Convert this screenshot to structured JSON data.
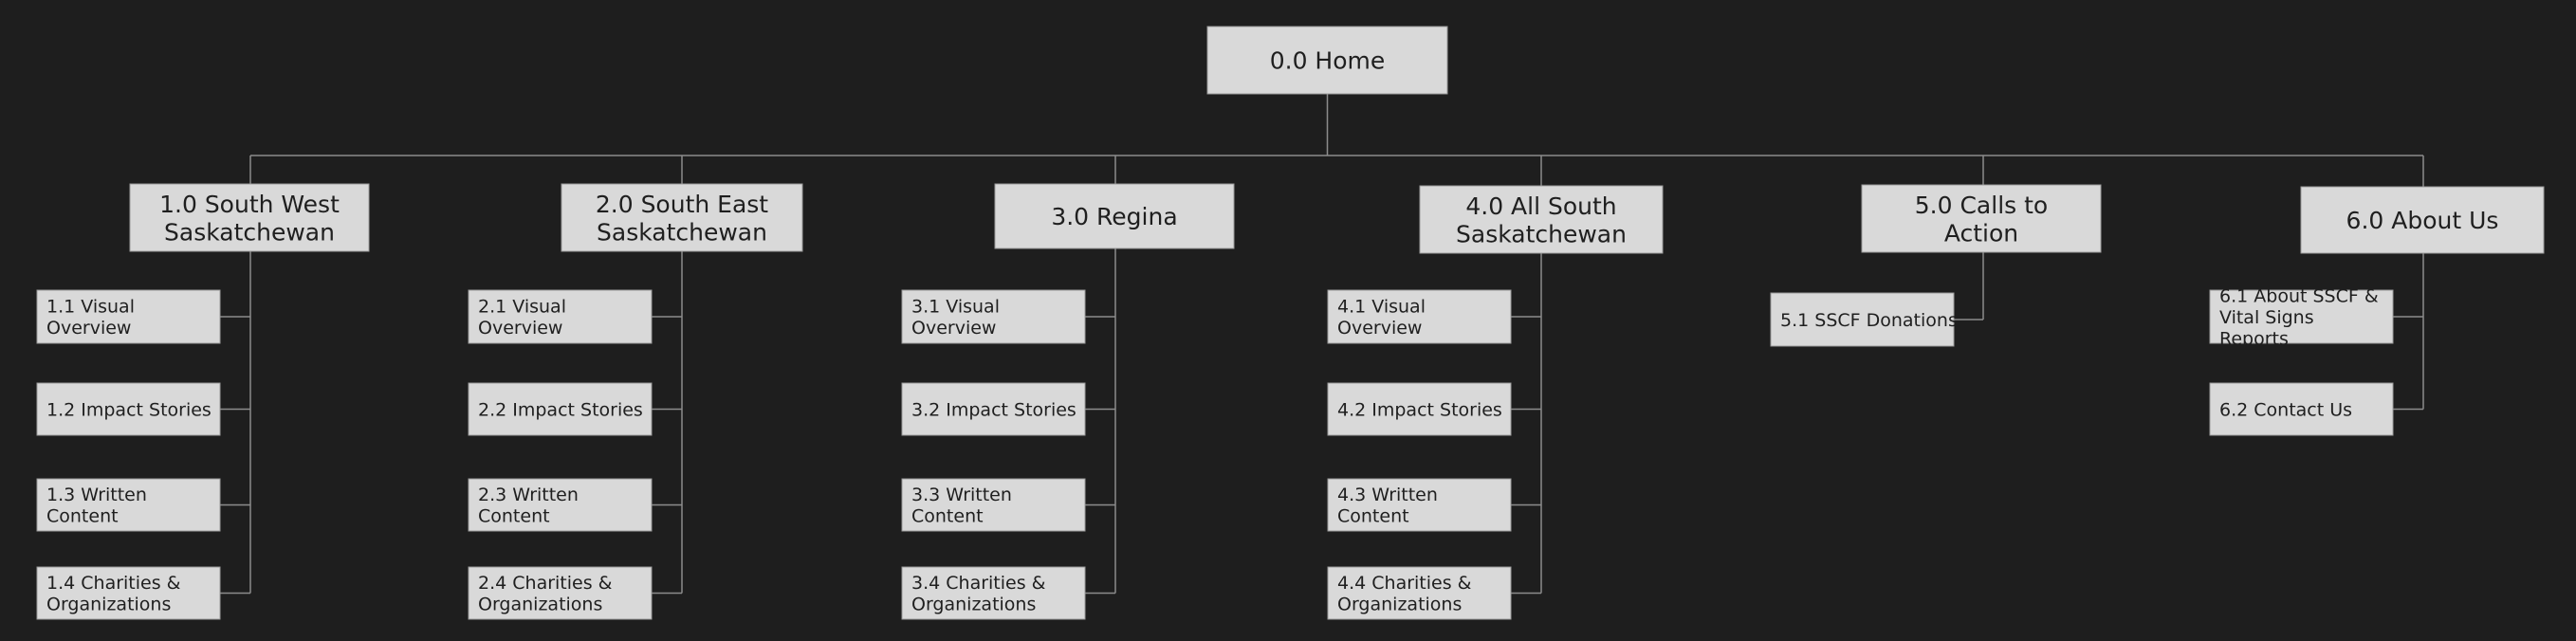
{
  "sitemap": {
    "root": {
      "label": "0.0 Home"
    },
    "sections": [
      {
        "label": "1.0 South West Saskatchewan",
        "pages": [
          "1.1 Visual Overview",
          "1.2 Impact Stories",
          "1.3 Written Content",
          "1.4 Charities & Organizations"
        ]
      },
      {
        "label": "2.0 South East Saskatchewan",
        "pages": [
          "2.1 Visual Overview",
          "2.2 Impact Stories",
          "2.3 Written Content",
          "2.4 Charities & Organizations"
        ]
      },
      {
        "label": "3.0 Regina",
        "pages": [
          "3.1 Visual Overview",
          "3.2 Impact Stories",
          "3.3 Written Content",
          "3.4 Charities & Organizations"
        ]
      },
      {
        "label": "4.0 All South Saskatchewan",
        "pages": [
          "4.1 Visual Overview",
          "4.2 Impact Stories",
          "4.3 Written Content",
          "4.4 Charities & Organizations"
        ]
      },
      {
        "label": "5.0 Calls to Action",
        "pages": [
          "5.1 SSCF Donations"
        ]
      },
      {
        "label": "6.0 About Us",
        "pages": [
          "6.1 About SSCF & Vital Signs Reports",
          "6.2 Contact Us"
        ]
      }
    ]
  }
}
